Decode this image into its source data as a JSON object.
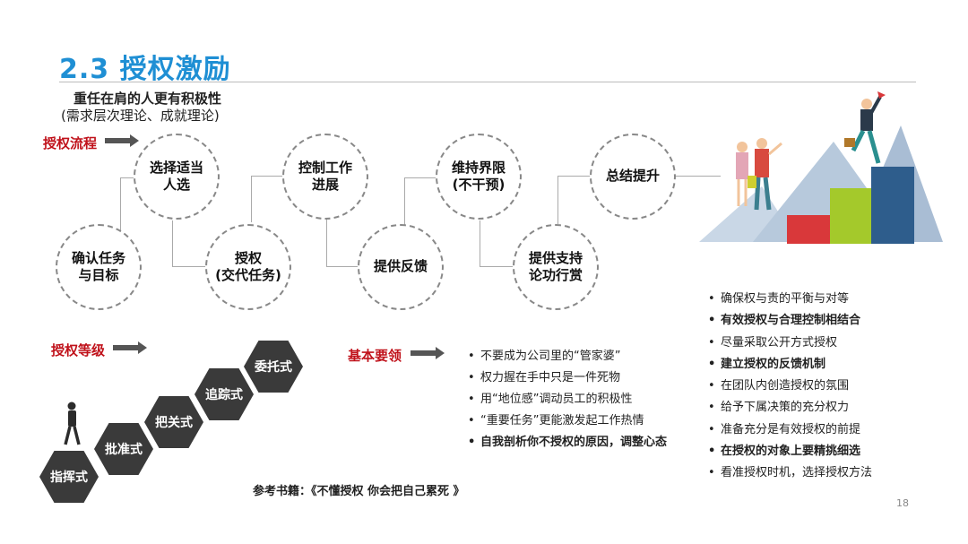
{
  "slide": {
    "title": "2.3 授权激励",
    "subtitle_line1": "重任在肩的人更有积极性",
    "subtitle_line2": "(需求层次理论、成就理论)",
    "page_number": "18",
    "reference": "参考书籍：《不懂授权 你会把自己累死 》"
  },
  "process": {
    "label": "授权流程",
    "steps": [
      {
        "line1": "确认任务",
        "line2": "与目标"
      },
      {
        "line1": "选择适当",
        "line2": "人选"
      },
      {
        "line1": "授权",
        "line2": "(交代任务)"
      },
      {
        "line1": "控制工作",
        "line2": "进展"
      },
      {
        "line1": "提供反馈",
        "line2": ""
      },
      {
        "line1": "维持界限",
        "line2": "(不干预)"
      },
      {
        "line1": "提供支持",
        "line2": "论功行赏"
      },
      {
        "line1": "总结提升",
        "line2": ""
      }
    ]
  },
  "levels": {
    "label": "授权等级",
    "items": [
      "指挥式",
      "批准式",
      "把关式",
      "追踪式",
      "委托式"
    ]
  },
  "essentials": {
    "label": "基本要领",
    "items": [
      {
        "text": "不要成为公司里的“管家婆”",
        "bold": false
      },
      {
        "text": "权力握在手中只是一件死物",
        "bold": false
      },
      {
        "text": "用“地位感”调动员工的积极性",
        "bold": false
      },
      {
        "text": "“重要任务”更能激发起工作热情",
        "bold": false
      },
      {
        "text": "自我剖析你不授权的原因，调整心态",
        "bold": true
      }
    ]
  },
  "principles": {
    "items": [
      {
        "text": "确保权与责的平衡与对等",
        "bold": false
      },
      {
        "text": "有效授权与合理控制相结合",
        "bold": true
      },
      {
        "text": "尽量采取公开方式授权",
        "bold": false
      },
      {
        "text": "建立授权的反馈机制",
        "bold": true
      },
      {
        "text": "在团队内创造授权的氛围",
        "bold": false
      },
      {
        "text": "给予下属决策的充分权力",
        "bold": false
      },
      {
        "text": "准备充分是有效授权的前提",
        "bold": false
      },
      {
        "text": "在授权的对象上要精挑细选",
        "bold": true
      },
      {
        "text": "看准授权时机，选择授权方法",
        "bold": false
      }
    ]
  },
  "colors": {
    "title_blue": "#1f8fd4",
    "label_red": "#c0121b",
    "hex_dark": "#3a3a3a"
  }
}
